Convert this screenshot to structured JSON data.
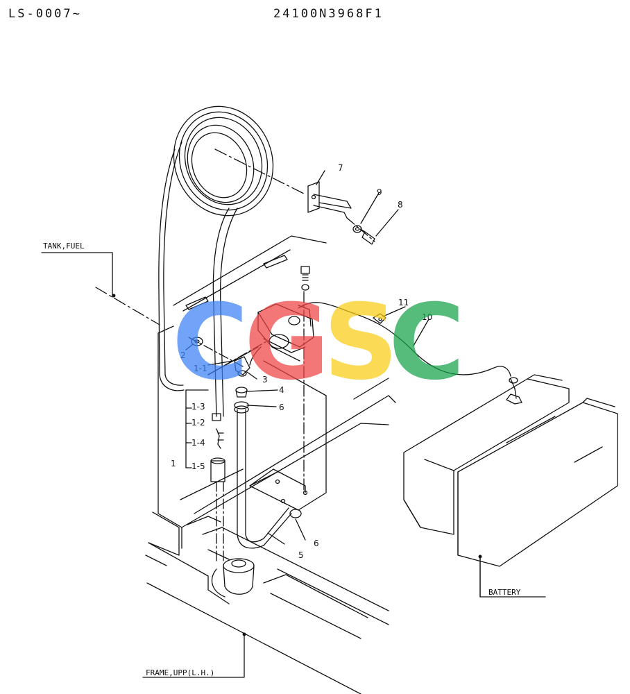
{
  "header": {
    "left_code": "LS-0007~",
    "drawing_number": "24100N3968F1"
  },
  "callouts": {
    "tank_fuel": "TANK,FUEL",
    "battery": "BATTERY",
    "frame_upp": "FRAME,UPP(L.H.)"
  },
  "part_numbers": {
    "p1": "1",
    "p1_1": "1-1",
    "p1_2": "1-2",
    "p1_3": "1-3",
    "p1_4": "1-4",
    "p1_5": "1-5",
    "p2": "2",
    "p3": "3",
    "p4": "4",
    "p5": "5",
    "p6a": "6",
    "p6b": "6",
    "p7": "7",
    "p8": "8",
    "p9": "9",
    "p10": "10",
    "p11": "11"
  },
  "watermark": {
    "letters": [
      "C",
      "G",
      "S",
      "C"
    ],
    "colors": [
      "#3b82f6",
      "#ef4444",
      "#facc15",
      "#16a34a"
    ]
  }
}
